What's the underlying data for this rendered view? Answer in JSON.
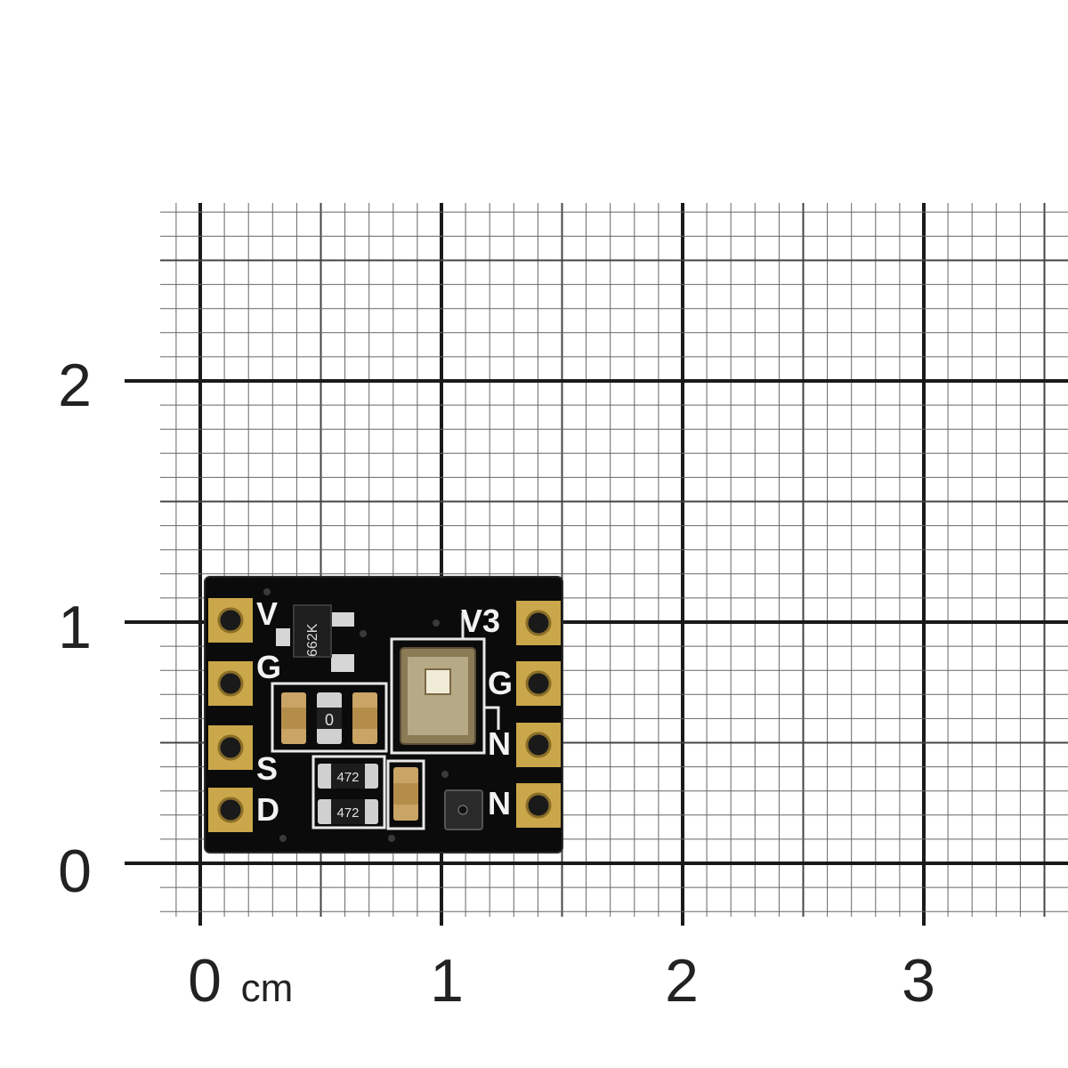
{
  "scale": {
    "y_labels": [
      "2",
      "1",
      "0"
    ],
    "x_labels": [
      "0",
      "1",
      "2",
      "3"
    ],
    "unit": "cm"
  },
  "board": {
    "left_pins": [
      "V",
      "G",
      "S",
      "D"
    ],
    "right_pins": [
      "V3",
      "G",
      "N",
      "N"
    ],
    "regulator_marking": "662K",
    "cap_marking": "0",
    "resistor_markings": [
      "472",
      "472"
    ]
  }
}
